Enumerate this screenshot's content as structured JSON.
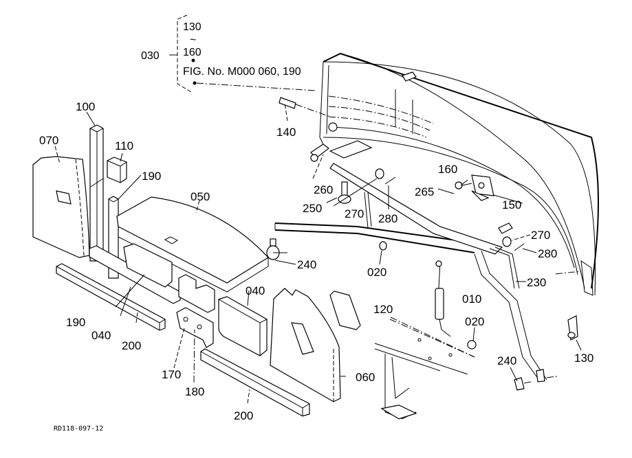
{
  "diagram": {
    "type": "exploded-parts-diagram",
    "drawing_code": "RD118-097-12",
    "reference_note": {
      "group_label": "030",
      "range_start": "130",
      "range_separator": "~",
      "range_end": "160",
      "fig_reference": "FIG. No. M000  060, 190"
    },
    "parts": [
      {
        "id": "p010",
        "label": "010"
      },
      {
        "id": "p020a",
        "label": "020"
      },
      {
        "id": "p020b",
        "label": "020"
      },
      {
        "id": "p040a",
        "label": "040"
      },
      {
        "id": "p040b",
        "label": "040"
      },
      {
        "id": "p050",
        "label": "050"
      },
      {
        "id": "p060",
        "label": "060"
      },
      {
        "id": "p070",
        "label": "070"
      },
      {
        "id": "p100",
        "label": "100"
      },
      {
        "id": "p110",
        "label": "110"
      },
      {
        "id": "p120",
        "label": "120"
      },
      {
        "id": "p130",
        "label": "130"
      },
      {
        "id": "p140",
        "label": "140"
      },
      {
        "id": "p150",
        "label": "150"
      },
      {
        "id": "p160",
        "label": "160"
      },
      {
        "id": "p170",
        "label": "170"
      },
      {
        "id": "p180",
        "label": "180"
      },
      {
        "id": "p190a",
        "label": "190"
      },
      {
        "id": "p190b",
        "label": "190"
      },
      {
        "id": "p200a",
        "label": "200"
      },
      {
        "id": "p200b",
        "label": "200"
      },
      {
        "id": "p230",
        "label": "230"
      },
      {
        "id": "p240a",
        "label": "240"
      },
      {
        "id": "p240b",
        "label": "240"
      },
      {
        "id": "p250",
        "label": "250"
      },
      {
        "id": "p260",
        "label": "260"
      },
      {
        "id": "p265",
        "label": "265"
      },
      {
        "id": "p270a",
        "label": "270"
      },
      {
        "id": "p270b",
        "label": "270"
      },
      {
        "id": "p280a",
        "label": "280"
      },
      {
        "id": "p280b",
        "label": "280"
      }
    ]
  }
}
